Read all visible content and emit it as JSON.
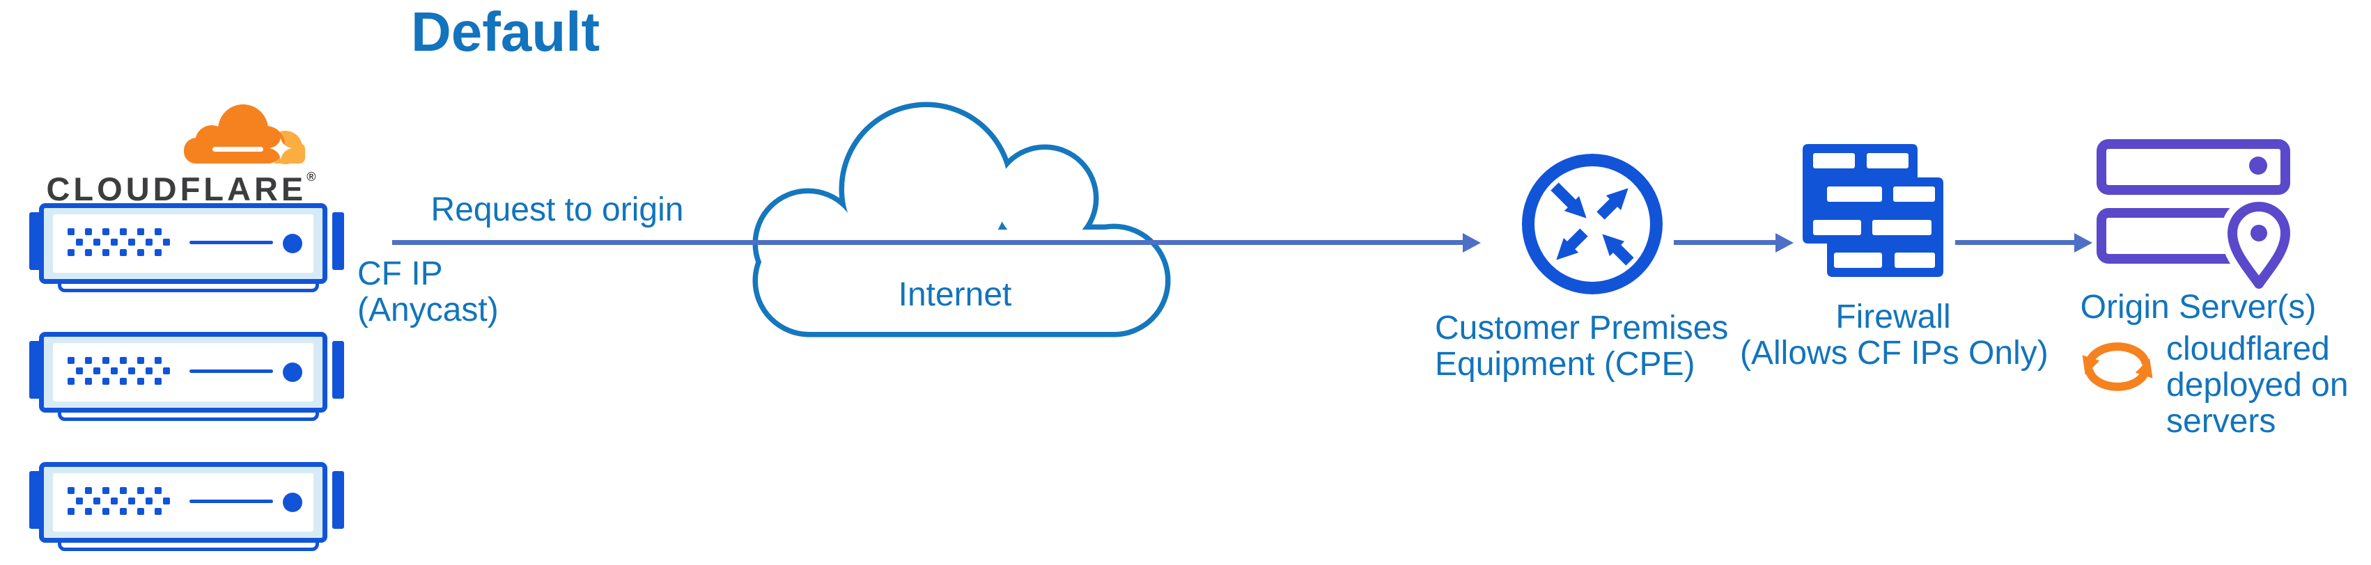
{
  "title": "Default",
  "logo": {
    "wordmark": "CLOUDFLARE",
    "registered": "®"
  },
  "edge": {
    "request_label": "Request to origin",
    "cf_ip_lines": [
      "CF IP",
      "(Anycast)"
    ]
  },
  "internet": {
    "label": "Internet"
  },
  "cpe": {
    "label_lines": [
      "Customer Premises",
      "Equipment (CPE)"
    ]
  },
  "firewall": {
    "label_lines": [
      "Firewall",
      "(Allows CF IPs Only)"
    ]
  },
  "origin": {
    "label": "Origin Server(s)",
    "note_lines": [
      "cloudflared",
      "deployed on",
      "servers"
    ]
  },
  "icons": {
    "cloudflare_logo": "orange-cloud-logo",
    "edge_server": "blue-server-rack",
    "internet": "cloud-outline",
    "cpe": "router-circle-four-arrows",
    "firewall": "brick-wall",
    "origin_server": "purple-servers-with-location-pin",
    "cloudflared": "orange-sync-arrows"
  },
  "colors": {
    "text_blue": "#1274BC",
    "icon_blue": "#1254D8",
    "arrow": "#4D6FC5",
    "cloud_stroke": "#1577BE",
    "server_fill": "#D6EBF5",
    "origin_purple": "#5A49CA",
    "orange": "#F6821F",
    "orange_light": "#FBAD41",
    "wordmark_gray": "#3D3D3F"
  }
}
